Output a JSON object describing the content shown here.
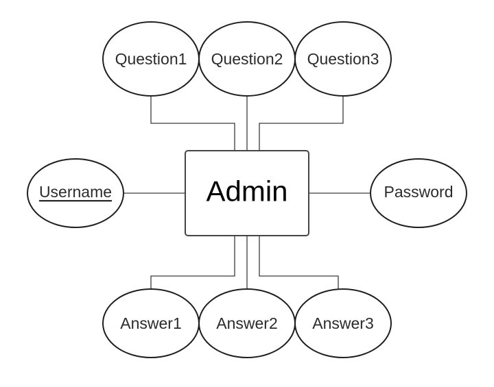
{
  "diagram": {
    "entity": {
      "label": "Admin"
    },
    "attributes": {
      "question1": "Question1",
      "question2": "Question2",
      "question3": "Question3",
      "username": "Username",
      "password": "Password",
      "answer1": "Answer1",
      "answer2": "Answer2",
      "answer3": "Answer3"
    },
    "key_attribute": "Username",
    "colors": {
      "outline": "#1f1f1f",
      "connector": "#3a3a3a",
      "text": "#2b2b2b",
      "background": "#ffffff"
    }
  }
}
